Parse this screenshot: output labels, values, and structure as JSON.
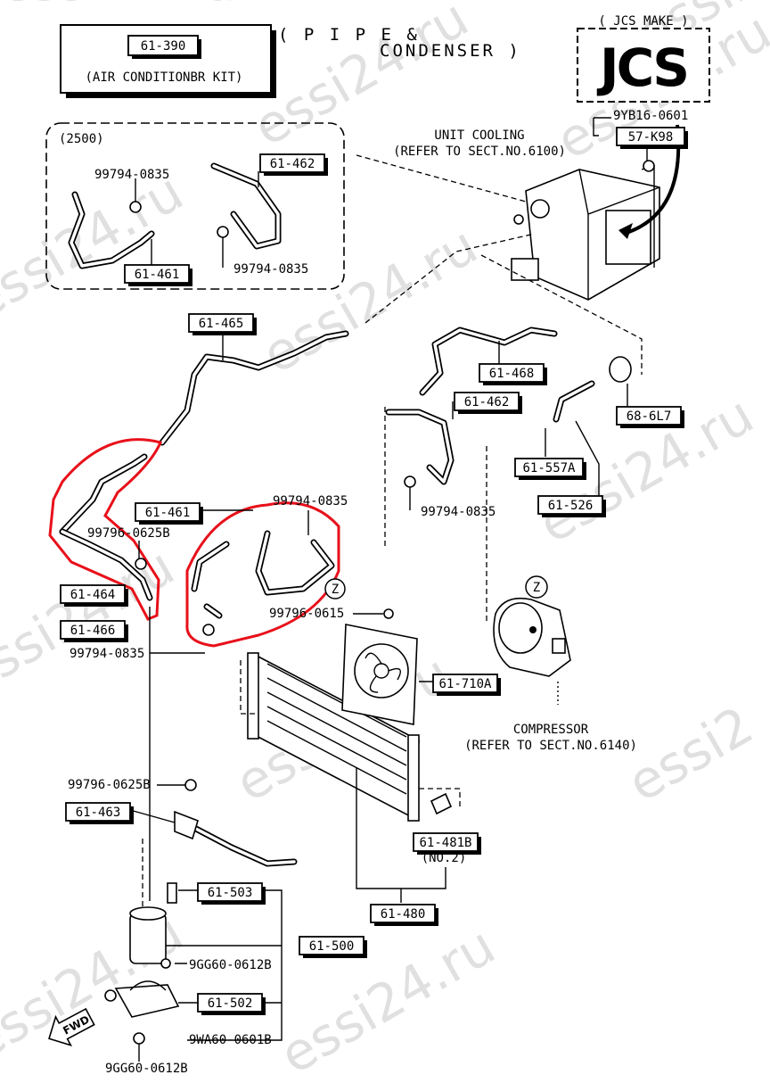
{
  "header": {
    "kit_code": "61-390",
    "kit_name": "(AIR CONDITIONBR KIT)",
    "title_line1": "( P I P E   &",
    "title_line2": "CONDENSER )",
    "jcs_make": "( JCS MAKE )",
    "jcs_logo": "JCS"
  },
  "inset": {
    "label": "(2500)"
  },
  "notes": {
    "unit_cooling_1": "UNIT COOLING",
    "unit_cooling_2": "(REFER TO SECT.NO.6100)",
    "compressor_1": "COMPRESSOR",
    "compressor_2": "(REFER TO SECT.NO.6140)",
    "z_marker": "Z",
    "no2": "(NO.2)",
    "fwd": "FWD"
  },
  "boxed_codes": {
    "c57k98": "57-K98",
    "c61462_inset": "61-462",
    "c61461_inset": "61-461",
    "c61465": "61-465",
    "c61468": "61-468",
    "c61462": "61-462",
    "c686l7": "68-6L7",
    "c61557a": "61-557A",
    "c61526": "61-526",
    "c61461": "61-461",
    "c61464": "61-464",
    "c61466": "61-466",
    "c61710a": "61-710A",
    "c61463": "61-463",
    "c61481b": "61-481B",
    "c61480": "61-480",
    "c61503": "61-503",
    "c61500": "61-500",
    "c61502": "61-502"
  },
  "plain_codes": {
    "c9yb16": "9YB16-0601",
    "c99794_inset_a": "99794-0835",
    "c99794_inset_b": "99794-0835",
    "c99794_mid": "99794-0835",
    "c99794_red": "99794-0835",
    "c99796_0625b": "99796-0625B",
    "c99796_0615": "99796-0615",
    "c99794_left": "99794-0835",
    "c99796_0625b_2": "99796-0625B",
    "c9gg60_a": "9GG60-0612B",
    "c9wa60": "9WA60-0601B",
    "c9gg60_b": "9GG60-0612B"
  },
  "watermarks": [
    "essi24.ru",
    "essi24.ru",
    "essi24.ru",
    "essi24.ru",
    "essi24.ru",
    "essi24.ru",
    "essi24.ru",
    "essi24.ru",
    "essi2",
    "essi2",
    "essi24.ru",
    "essi24.ru"
  ]
}
